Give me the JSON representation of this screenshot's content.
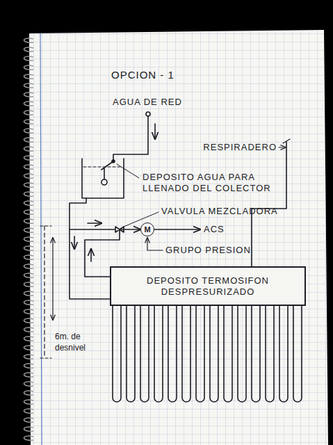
{
  "diagram": {
    "title": "OPCION - 1",
    "nodes": [
      {
        "text": [
          "DEPOSITO TERMOSIFON DESPRESURIZADO"
        ]
      },
      {
        "text": [
          "M"
        ]
      }
    ],
    "edges": [
      {
        "from": 0,
        "to": 1,
        "arrow": "to"
      }
    ],
    "labels": [
      "AGUA DE RED",
      "DEPOSITO AGUA PARA LLENADO DEL COLECTOR",
      "RESPIRADERO",
      "VALVULA MEZCLADORA",
      "ACS",
      "GRUPO PRESION",
      "6m. de desnivel"
    ]
  }
}
